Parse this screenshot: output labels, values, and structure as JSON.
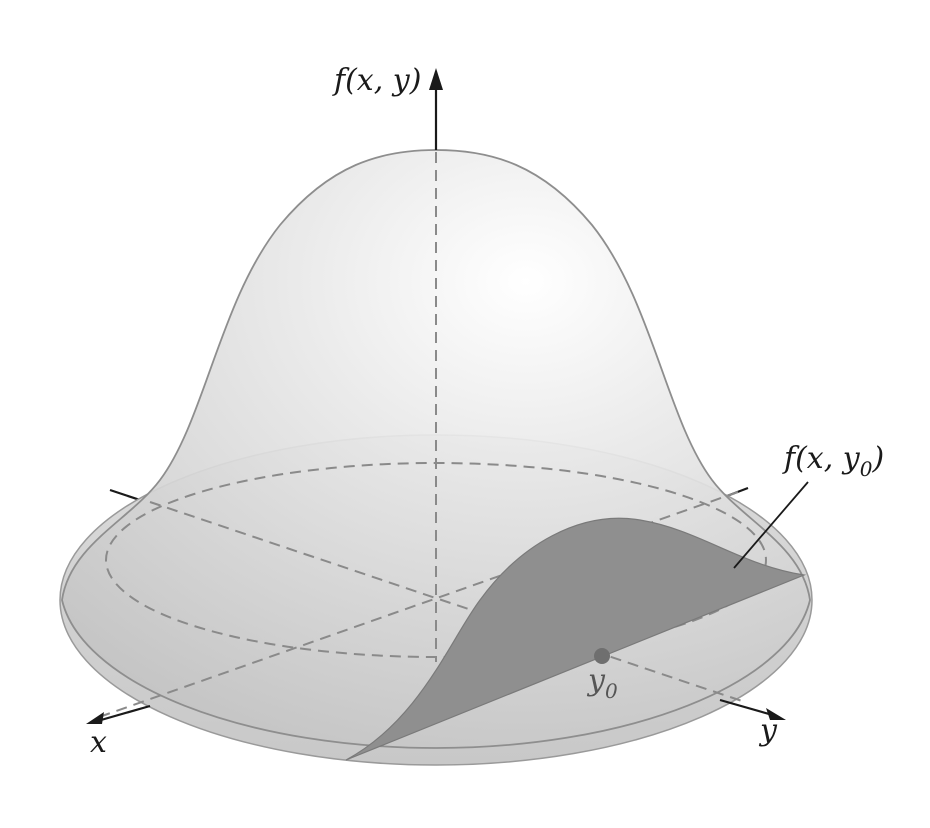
{
  "diagram": {
    "labels": {
      "f_axis": {
        "prefix": "f(x, y)"
      },
      "slice": {
        "prefix": "f(x, y",
        "sub": "0",
        "suffix": ")"
      },
      "x_axis": "x",
      "y_axis": "y",
      "y0_point": {
        "base": "y",
        "sub": "0"
      }
    },
    "colors": {
      "surface_light": "#f7f7f7",
      "surface_dark": "#c9c9c9",
      "slice_fill": "#8f8f8f",
      "axis": "#1a1a1a",
      "dashed_line": "#8a8a8a"
    }
  }
}
